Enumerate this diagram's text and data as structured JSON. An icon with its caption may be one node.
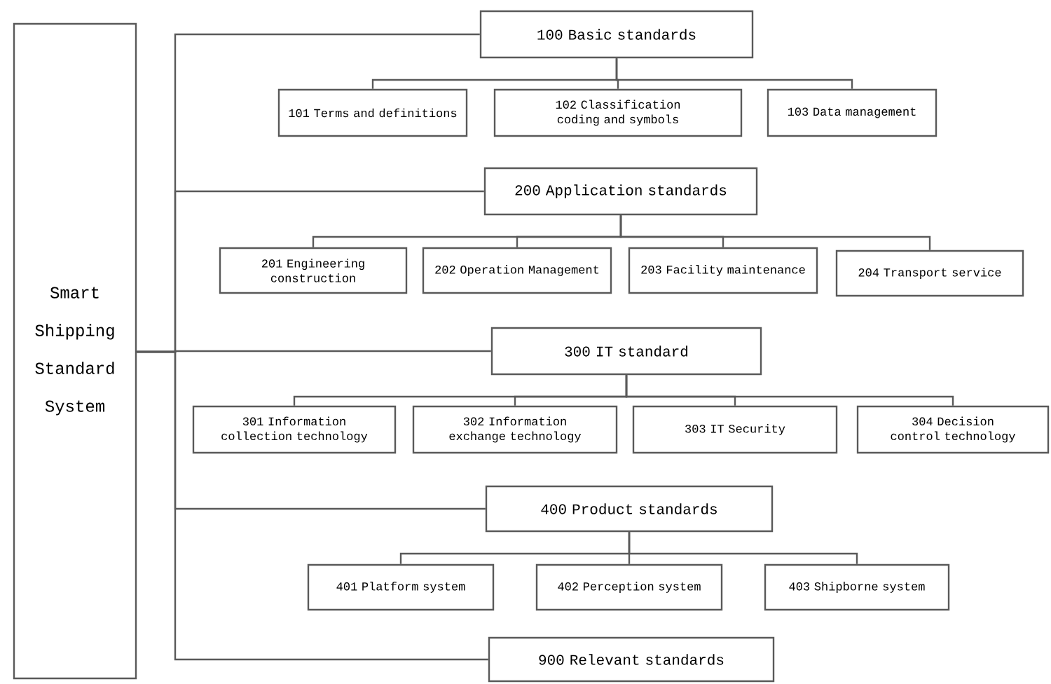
{
  "diagram": {
    "nodes": [
      {
        "text": [
          "Smart Shipping Standard System"
        ]
      },
      {
        "text": [
          "100 Basic standards"
        ]
      },
      {
        "text": [
          "101 Terms and definitions"
        ]
      },
      {
        "text": [
          "102 Classification coding and symbols"
        ]
      },
      {
        "text": [
          "103 Data management"
        ]
      },
      {
        "text": [
          "200 Application standards"
        ]
      },
      {
        "text": [
          "201 Engineering construction"
        ]
      },
      {
        "text": [
          "202 Operation Management"
        ]
      },
      {
        "text": [
          "203 Facility maintenance"
        ]
      },
      {
        "text": [
          "204 Transport service"
        ]
      },
      {
        "text": [
          "300 IT standard"
        ]
      },
      {
        "text": [
          "301 Information collection technology"
        ]
      },
      {
        "text": [
          "302 Information exchange technology"
        ]
      },
      {
        "text": [
          "303 IT Security"
        ]
      },
      {
        "text": [
          "304 Decision control technology"
        ]
      },
      {
        "text": [
          "400 Product standards"
        ]
      },
      {
        "text": [
          "401 Platform system"
        ]
      },
      {
        "text": [
          "402 Perception system"
        ]
      },
      {
        "text": [
          "403 Shipborne system"
        ]
      },
      {
        "text": [
          "900 Relevant standards"
        ]
      }
    ],
    "edges": [
      {
        "from": 0,
        "to": 1,
        "arrow": "none"
      },
      {
        "from": 0,
        "to": 5,
        "arrow": "none"
      },
      {
        "from": 0,
        "to": 10,
        "arrow": "none"
      },
      {
        "from": 0,
        "to": 15,
        "arrow": "none"
      },
      {
        "from": 0,
        "to": 19,
        "arrow": "none"
      },
      {
        "from": 1,
        "to": 2,
        "arrow": "none"
      },
      {
        "from": 1,
        "to": 3,
        "arrow": "none"
      },
      {
        "from": 1,
        "to": 4,
        "arrow": "none"
      },
      {
        "from": 5,
        "to": 6,
        "arrow": "none"
      },
      {
        "from": 5,
        "to": 7,
        "arrow": "none"
      },
      {
        "from": 5,
        "to": 8,
        "arrow": "none"
      },
      {
        "from": 5,
        "to": 9,
        "arrow": "none"
      },
      {
        "from": 10,
        "to": 11,
        "arrow": "none"
      },
      {
        "from": 10,
        "to": 12,
        "arrow": "none"
      },
      {
        "from": 10,
        "to": 13,
        "arrow": "none"
      },
      {
        "from": 10,
        "to": 14,
        "arrow": "none"
      },
      {
        "from": 15,
        "to": 16,
        "arrow": "none"
      },
      {
        "from": 15,
        "to": 17,
        "arrow": "none"
      },
      {
        "from": 15,
        "to": 18,
        "arrow": "none"
      }
    ]
  }
}
